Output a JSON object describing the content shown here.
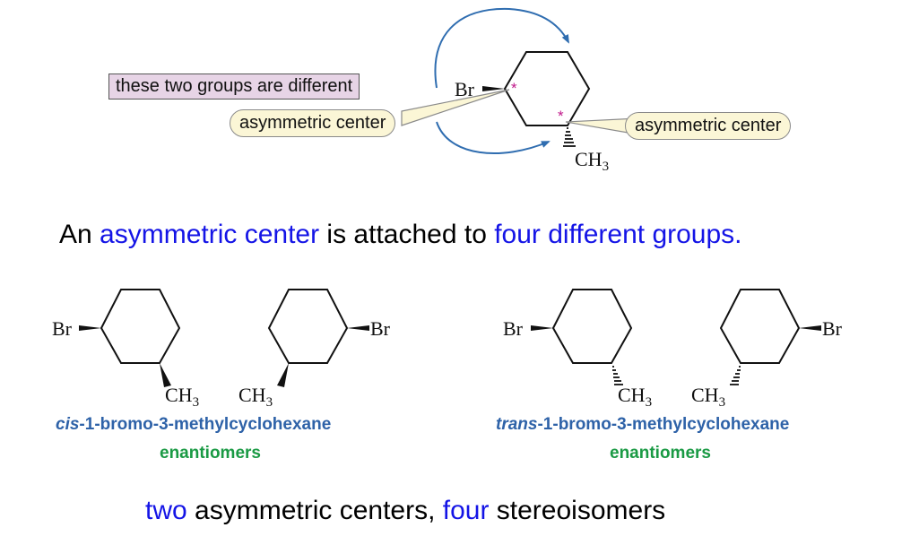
{
  "top_diagram": {
    "callout_label": "these two groups are different",
    "asym_label_left": "asymmetric center",
    "asym_label_right": "asymmetric center",
    "br_label": "Br",
    "ch3_label": "CH",
    "ch3_sub": "3",
    "star_symbol": "*"
  },
  "statement": {
    "prefix": "An ",
    "term": "asymmetric center",
    "middle": " is attached to ",
    "emphasis": "four different groups."
  },
  "molecules": {
    "br": "Br",
    "ch": "CH",
    "sub": "3"
  },
  "cis_pair": {
    "name_prefix": "cis",
    "name_rest": "-1-bromo-3-methylcyclohexane",
    "relation": "enantiomers"
  },
  "trans_pair": {
    "name_prefix": "trans",
    "name_rest": "-1-bromo-3-methylcyclohexane",
    "relation": "enantiomers"
  },
  "summary": {
    "num1": "two",
    "text1": " asymmetric centers, ",
    "num2": "four",
    "text2": " stereoisomers"
  },
  "colors": {
    "highlight_blue": "#1414e6",
    "name_blue": "#2e62a8",
    "enantiomer_green": "#1a9a44",
    "asterisk_magenta": "#c0188a",
    "arrow_blue": "#2f6db0",
    "callout_fill": "#e7d4e6",
    "bubble_fill": "#fbf6d6"
  }
}
